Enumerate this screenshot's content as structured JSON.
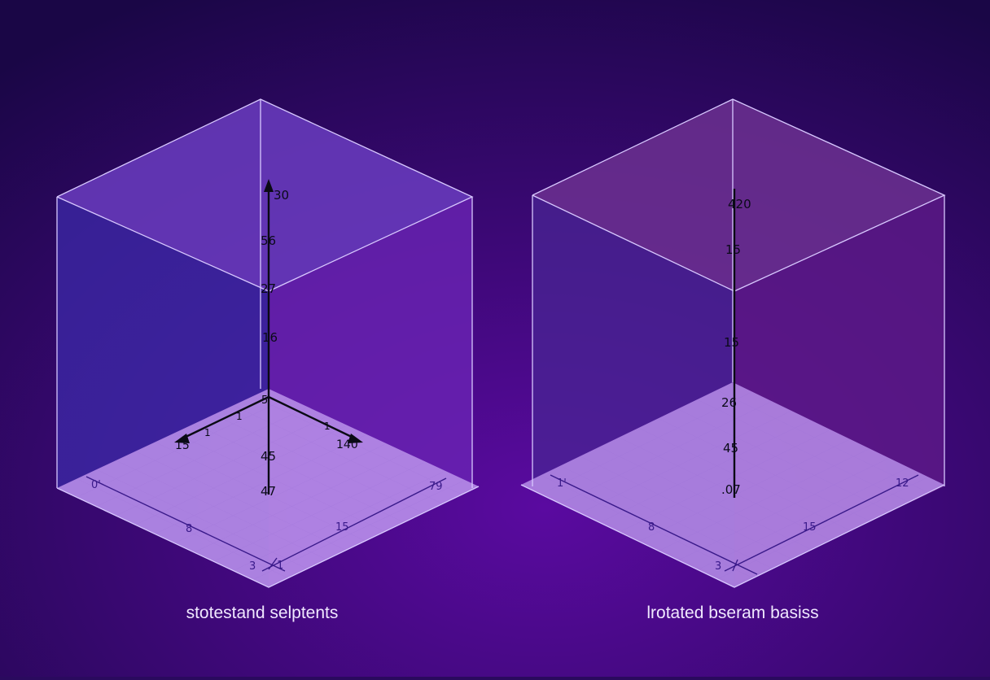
{
  "colors": {
    "background_center": "#5a0aa0",
    "background_edge": "#1a0646",
    "floor": "#b48ae6",
    "left_cube_left_face": "#3c2aa8",
    "left_cube_right_face": "#6a24b4",
    "left_cube_top_face": "#6a3cc0",
    "right_cube_left_face": "#4a2494",
    "right_cube_right_face": "#5e1a88",
    "right_cube_top_face": "#6c3090",
    "edge_stroke": "#d8c8ff",
    "axis": "#0a0a14"
  },
  "panels": [
    {
      "caption": "stotestand selptents",
      "vertical_ticks": [
        "30",
        "56",
        "27",
        "16",
        "5",
        "45",
        "47"
      ],
      "basis_arrow_labels": [
        "15",
        "140"
      ],
      "basis_small_labels": [
        "1",
        "1",
        "1"
      ],
      "floor_labels": [
        "0'",
        "8",
        "15",
        "79",
        "3",
        "1"
      ]
    },
    {
      "caption": "lrotated bseram basiss",
      "vertical_ticks": [
        "420",
        "15",
        "15",
        "26",
        "45",
        ".07"
      ],
      "floor_labels": [
        "1'",
        "8",
        "15",
        "12",
        "3"
      ]
    }
  ]
}
